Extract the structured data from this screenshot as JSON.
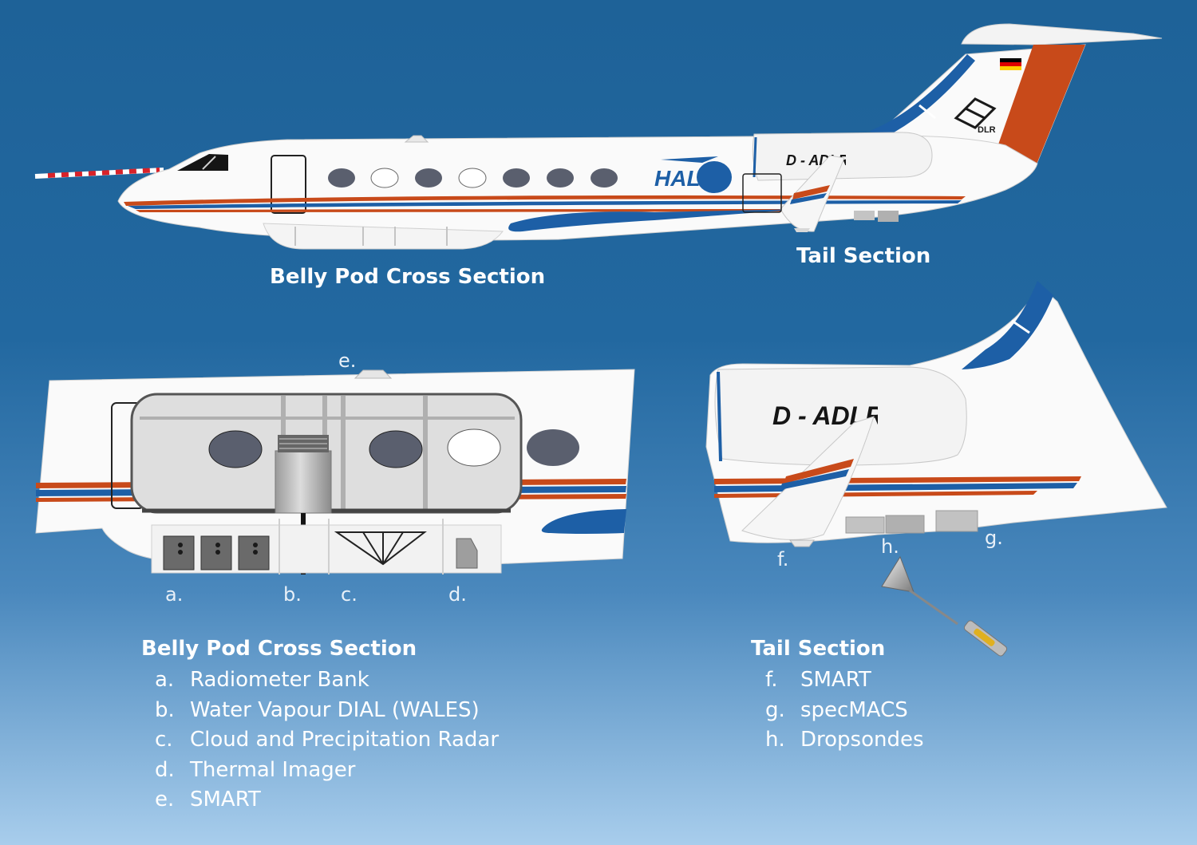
{
  "aircraft": {
    "logo_text": "HAL",
    "registration": "D - ADLR",
    "registration_partial": "D - ADLR",
    "tail_org": "DLR"
  },
  "top_labels": {
    "belly": "Belly Pod Cross Section",
    "tail": "Tail Section"
  },
  "markers": {
    "a": "a.",
    "b": "b.",
    "c": "c.",
    "d": "d.",
    "e": "e.",
    "f": "f.",
    "g": "g.",
    "h": "h."
  },
  "legend_belly": {
    "title": "Belly Pod Cross Section",
    "items": [
      {
        "letter": "a.",
        "text": "Radiometer Bank"
      },
      {
        "letter": "b.",
        "text": "Water Vapour DIAL (WALES)"
      },
      {
        "letter": "c.",
        "text": "Cloud and Precipitation Radar"
      },
      {
        "letter": "d.",
        "text": "Thermal Imager"
      },
      {
        "letter": "e.",
        "text": "SMART"
      }
    ]
  },
  "legend_tail": {
    "title": "Tail Section",
    "items": [
      {
        "letter": "f.",
        "text": "SMART"
      },
      {
        "letter": "g.",
        "text": "specMACS"
      },
      {
        "letter": "h.",
        "text": "Dropsondes"
      }
    ]
  },
  "colors": {
    "stripe_orange": "#c84a1a",
    "stripe_blue": "#1d5fa6",
    "tail_orange": "#c84a1a",
    "window_gray": "#5a5f6e"
  }
}
